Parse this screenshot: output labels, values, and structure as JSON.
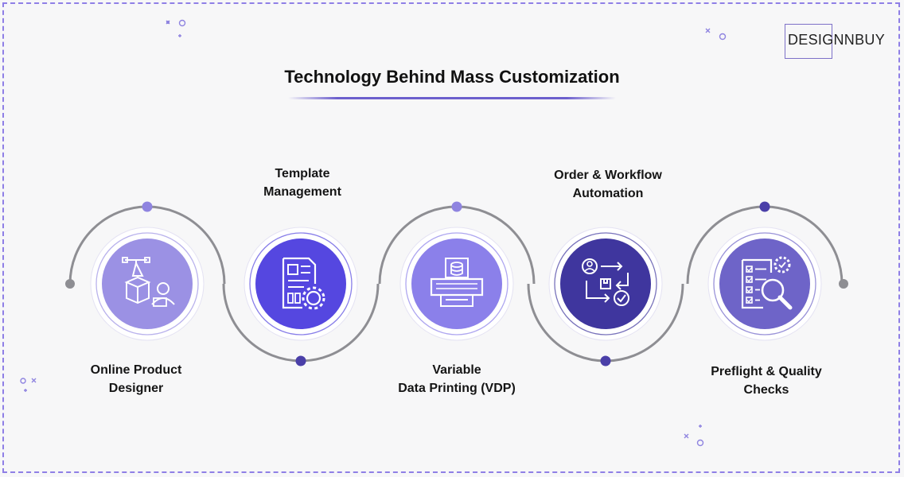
{
  "brand": {
    "name": "DESIGNNBUY"
  },
  "title": "Technology Behind Mass Customization",
  "colors": {
    "track": "#8e8e93",
    "ring": "#ffffff",
    "dot_light": "#8f84e0",
    "dot_dark": "#4a3fa8",
    "accent": "#6c5fcd"
  },
  "steps": [
    {
      "label_line1": "Online Product",
      "label_line2": "Designer",
      "icon": "product-designer-icon",
      "fill": "#9b91e4"
    },
    {
      "label_line1": "Template",
      "label_line2": "Management",
      "icon": "template-gear-icon",
      "fill": "#5547e0"
    },
    {
      "label_line1": "Variable",
      "label_line2": "Data Printing (VDP)",
      "icon": "printer-database-icon",
      "fill": "#8b80ea"
    },
    {
      "label_line1": "Order & Workflow",
      "label_line2": "Automation",
      "icon": "workflow-automation-icon",
      "fill": "#3f369e"
    },
    {
      "label_line1": "Preflight & Quality",
      "label_line2": "Checks",
      "icon": "quality-check-icon",
      "fill": "#6e64c8"
    }
  ]
}
